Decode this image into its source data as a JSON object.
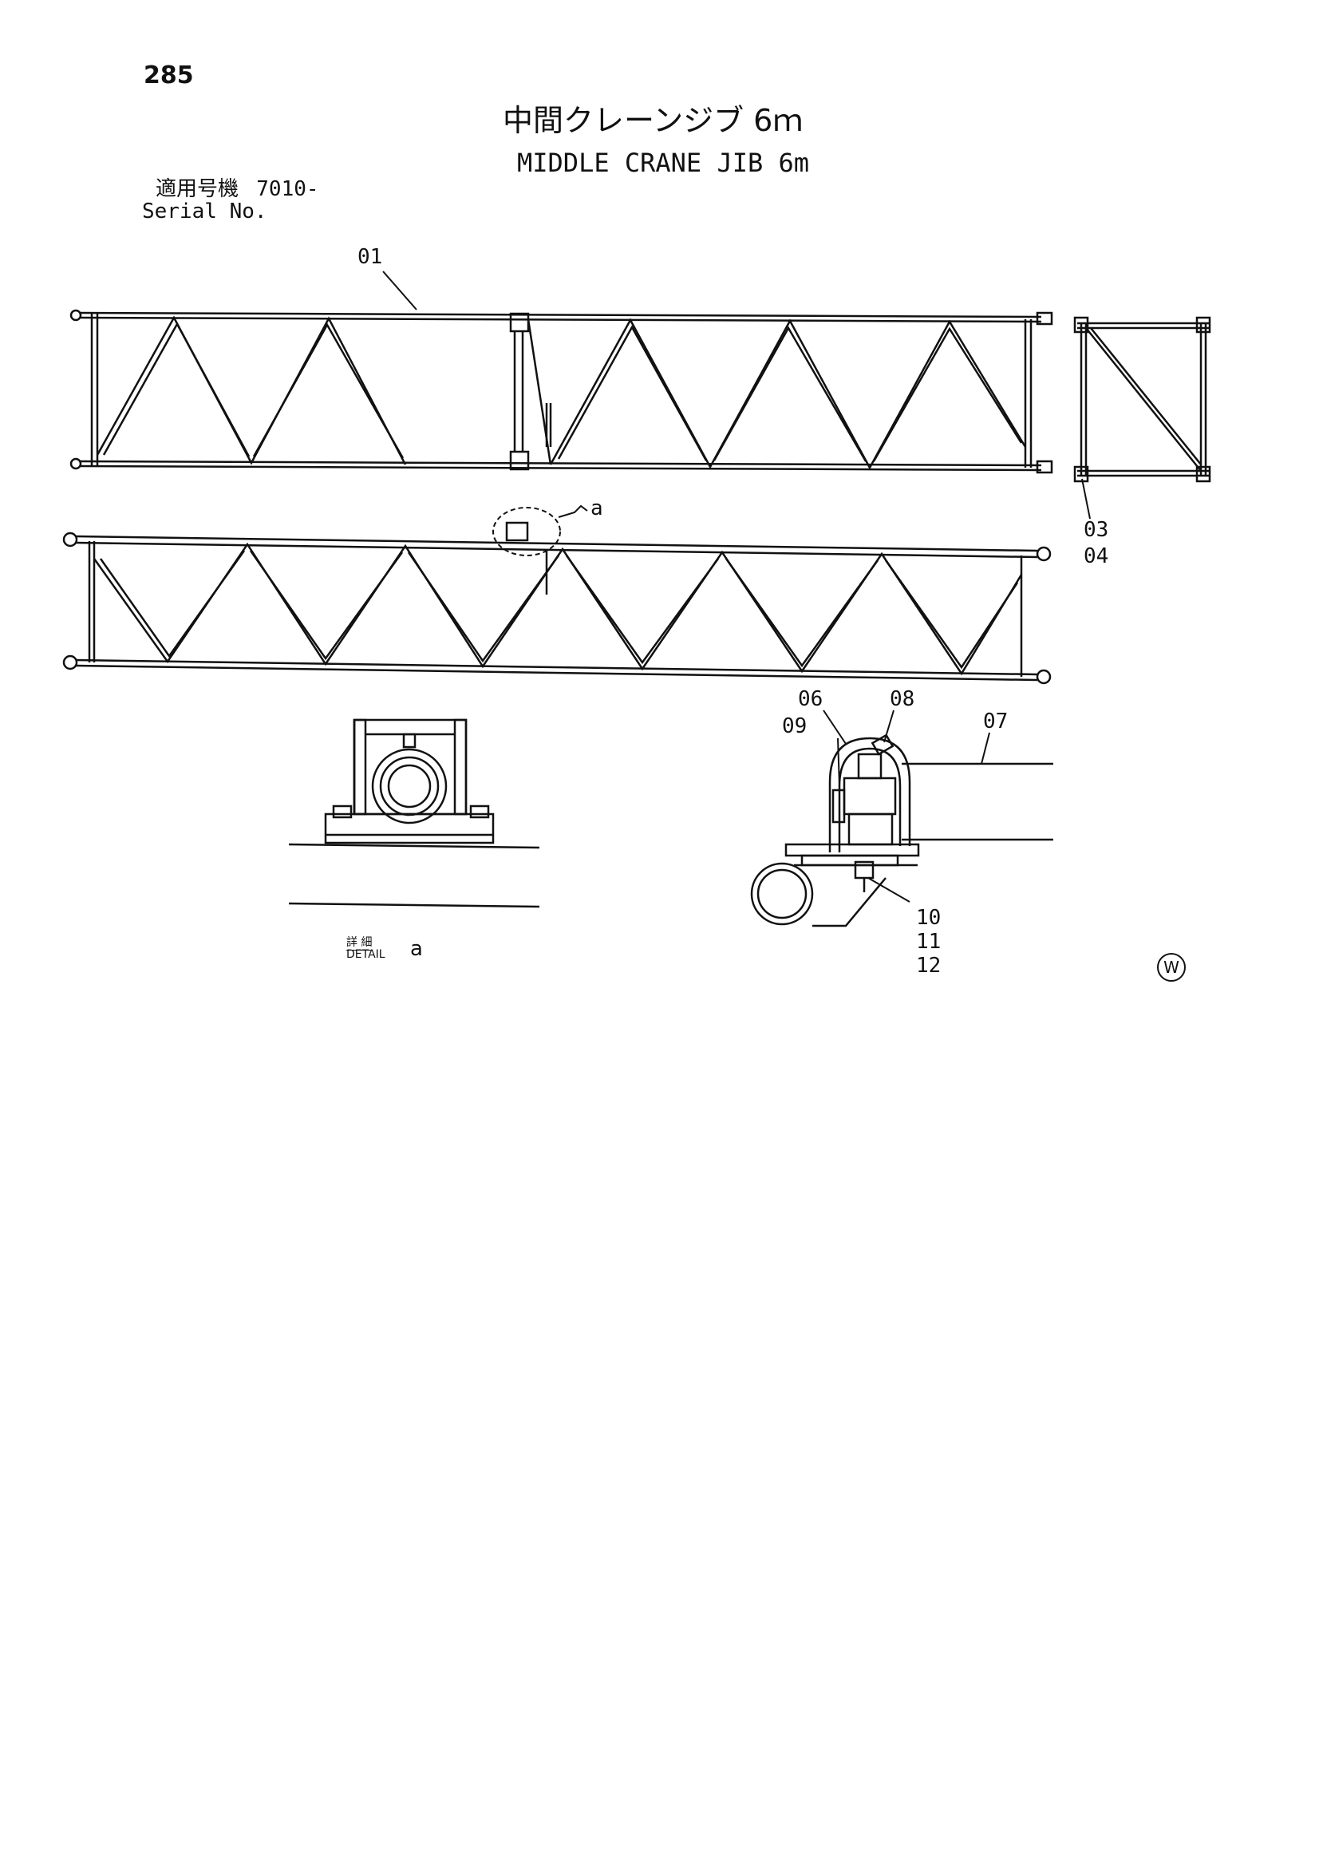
{
  "page_number": "285",
  "title_jp": "中間クレーンジブ 6ｍ",
  "title_en": "MIDDLE CRANE JIB 6m",
  "serial": {
    "label_jp": "適用号機",
    "value": "7010-",
    "label_en": "Serial No."
  },
  "callouts": {
    "c01": "01",
    "c03": "03",
    "c04": "04",
    "c06": "06",
    "c07": "07",
    "c08": "08",
    "c09": "09",
    "c10": "10",
    "c11": "11",
    "c12": "12",
    "detail_ref": "a"
  },
  "detail_label": {
    "jp": "詳 細",
    "en": "DETAIL",
    "letter": "a"
  },
  "region_mark": "W",
  "icons": [
    "region-circle-icon"
  ],
  "colors": {
    "line": "#111111",
    "background": "#ffffff"
  }
}
